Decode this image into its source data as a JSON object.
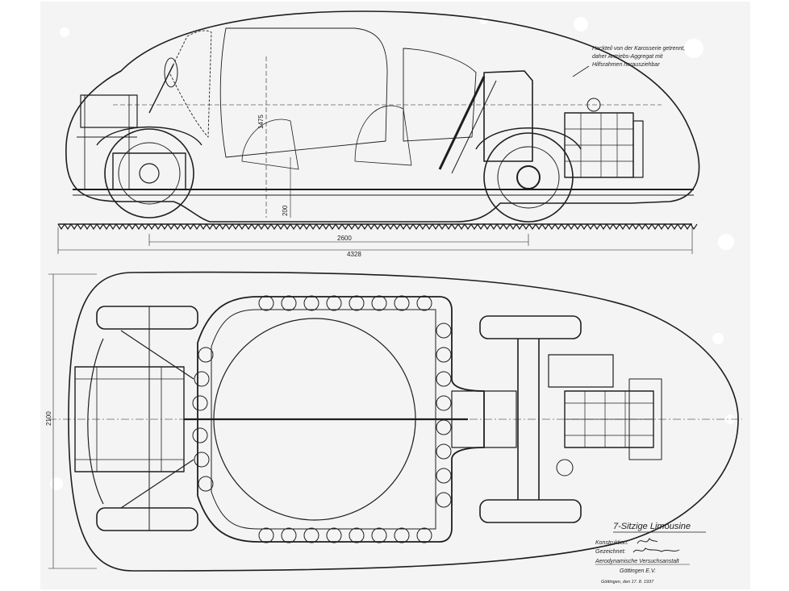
{
  "drawing": {
    "annotation": [
      "Heckteil von der Karosserie getrennt,",
      "daher Antriebs-Aggregat mit",
      "Hilfsrahmen herausziehbar"
    ],
    "dims": {
      "height": "1475",
      "clearance": "200",
      "wheelbase": "2600",
      "length": "4328",
      "width": "2100"
    },
    "title_block": {
      "title": "7-Sitzige Limousine",
      "konstruktion": "Konstruktion:",
      "gezeichnet": "Gezeichnet:",
      "institute": "Aerodynamische Versuchsanstalt",
      "city": "Göttingen  E.V.",
      "date": "Göttingen, den 17. 8. 1937"
    }
  },
  "colors": {
    "ink": "#1e1e1e",
    "paper": "#f3f3f3"
  }
}
